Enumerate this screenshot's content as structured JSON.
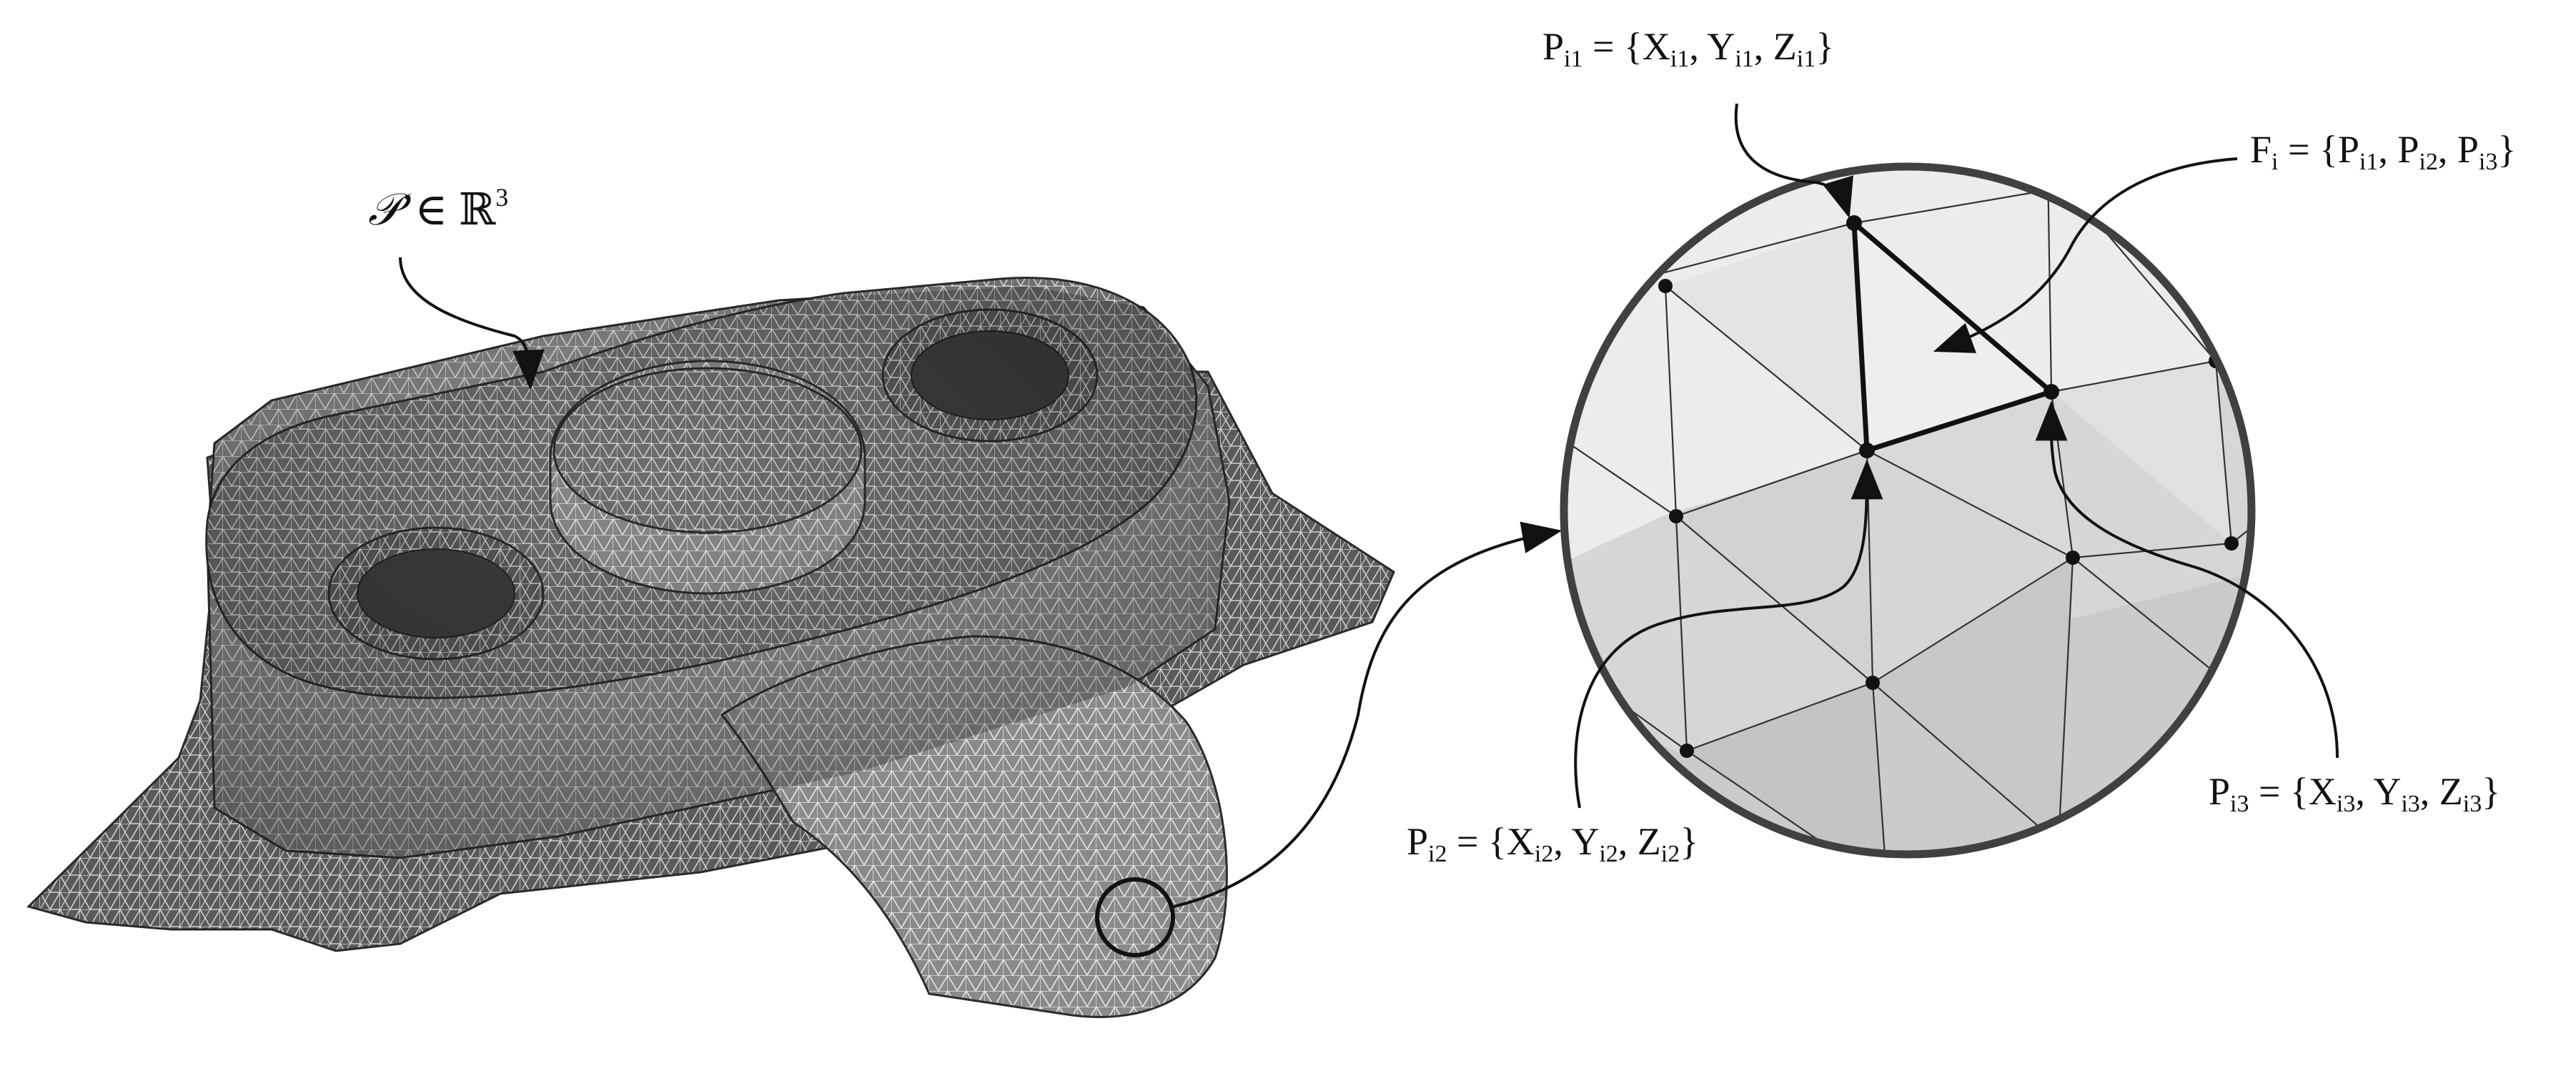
{
  "labels": {
    "set": {
      "symbol": "𝒫",
      "prime": "’",
      "member": "∈",
      "space": "ℝ",
      "exponent": "3"
    },
    "pi1": {
      "P": "P",
      "sub_i1": "i1",
      "eq": " = {",
      "X": "X",
      "Y": ", Y",
      "Z": ", Z",
      "close": "}"
    },
    "fi": {
      "F": "F",
      "sub_i": "i",
      "eq": " = {",
      "p": "P",
      "sep": ", P",
      "close": "}",
      "s1": "i1",
      "s2": "i2",
      "s3": "i3"
    },
    "pi2": {
      "P": "P",
      "sub": "i2",
      "eq": " = {",
      "X": "X",
      "Y": ", Y",
      "Z": ", Z",
      "close": "}"
    },
    "pi3": {
      "P": "P",
      "sub": "i3",
      "eq": " = {",
      "X": "X",
      "Y": ", Y",
      "Z": ", Z",
      "close": "}"
    }
  },
  "colors": {
    "mesh_dark": "#3a3a3a",
    "mesh_light": "#d8d8d8",
    "zoom_fill_light": "#ececec",
    "zoom_fill_dark": "#cfcfcf",
    "outline": "#404040",
    "ink": "#111111"
  }
}
